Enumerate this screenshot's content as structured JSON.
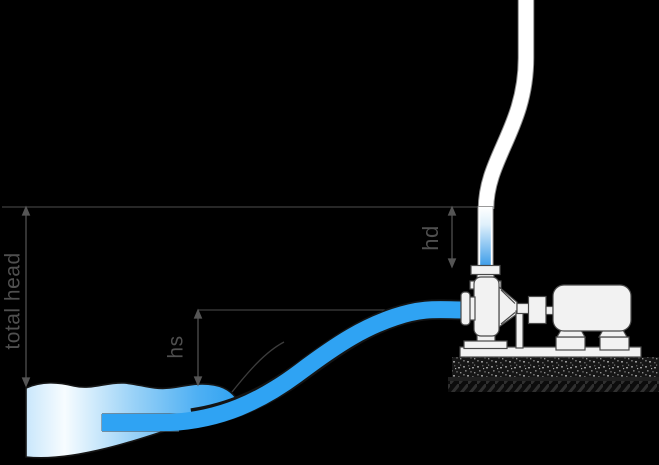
{
  "diagram": {
    "kind": "pump-installation-head-schematic",
    "labels": {
      "total_head": "total head",
      "suction_head": "hs",
      "discharge_head": "hd"
    },
    "colors": {
      "background": "#000000",
      "pipe_blue": "#2FA3F3",
      "water_light": "#F7FCFF",
      "water_deep": "#2EA2F2",
      "discharge_fluid": "#3D9DE9",
      "dimension_line": "#555555",
      "label_gray": "#4f4f4f",
      "equipment_fill": "#F2F2F2",
      "equipment_outline": "#4a4a4a"
    }
  }
}
